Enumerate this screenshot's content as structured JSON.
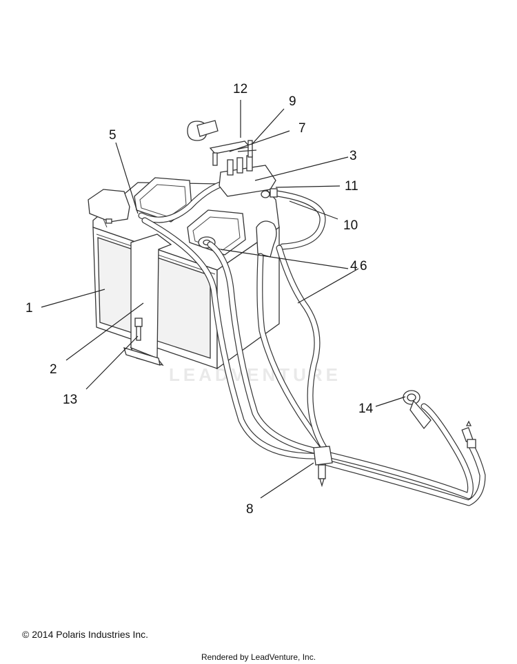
{
  "diagram": {
    "watermark": "LEADVENTURE",
    "callouts": [
      {
        "id": "1",
        "label": "1"
      },
      {
        "id": "2",
        "label": "2"
      },
      {
        "id": "3",
        "label": "3"
      },
      {
        "id": "4",
        "label": "4"
      },
      {
        "id": "5",
        "label": "5"
      },
      {
        "id": "6",
        "label": "6"
      },
      {
        "id": "7",
        "label": "7"
      },
      {
        "id": "8",
        "label": "8"
      },
      {
        "id": "9",
        "label": "9"
      },
      {
        "id": "10",
        "label": "10"
      },
      {
        "id": "11",
        "label": "11"
      },
      {
        "id": "12",
        "label": "12"
      },
      {
        "id": "13",
        "label": "13"
      },
      {
        "id": "14",
        "label": "14"
      }
    ]
  },
  "footer": {
    "copyright": "© 2014 Polaris Industries Inc.",
    "rendered_by": "Rendered by LeadVenture, Inc."
  }
}
